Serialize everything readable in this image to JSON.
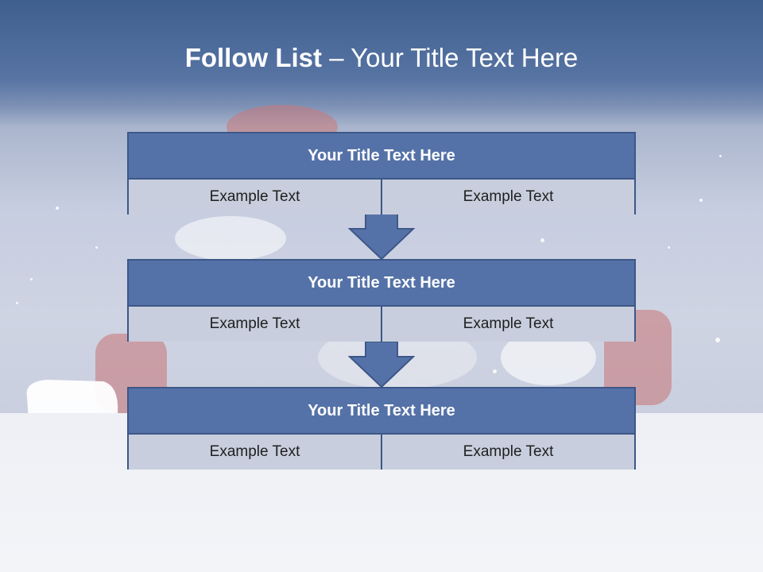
{
  "slide": {
    "title_bold": "Follow List",
    "title_rest": " – Your Title Text Here"
  },
  "steps": [
    {
      "title": "Your Title Text Here",
      "left": "Example Text",
      "right": "Example Text"
    },
    {
      "title": "Your Title Text Here",
      "left": "Example Text",
      "right": "Example Text"
    },
    {
      "title": "Your Title Text Here",
      "left": "Example Text",
      "right": "Example Text"
    }
  ],
  "colors": {
    "header_fill": "#5572a8",
    "border": "#3d5788",
    "cell_fill": "#c8cedd",
    "title_text": "#ffffff"
  }
}
